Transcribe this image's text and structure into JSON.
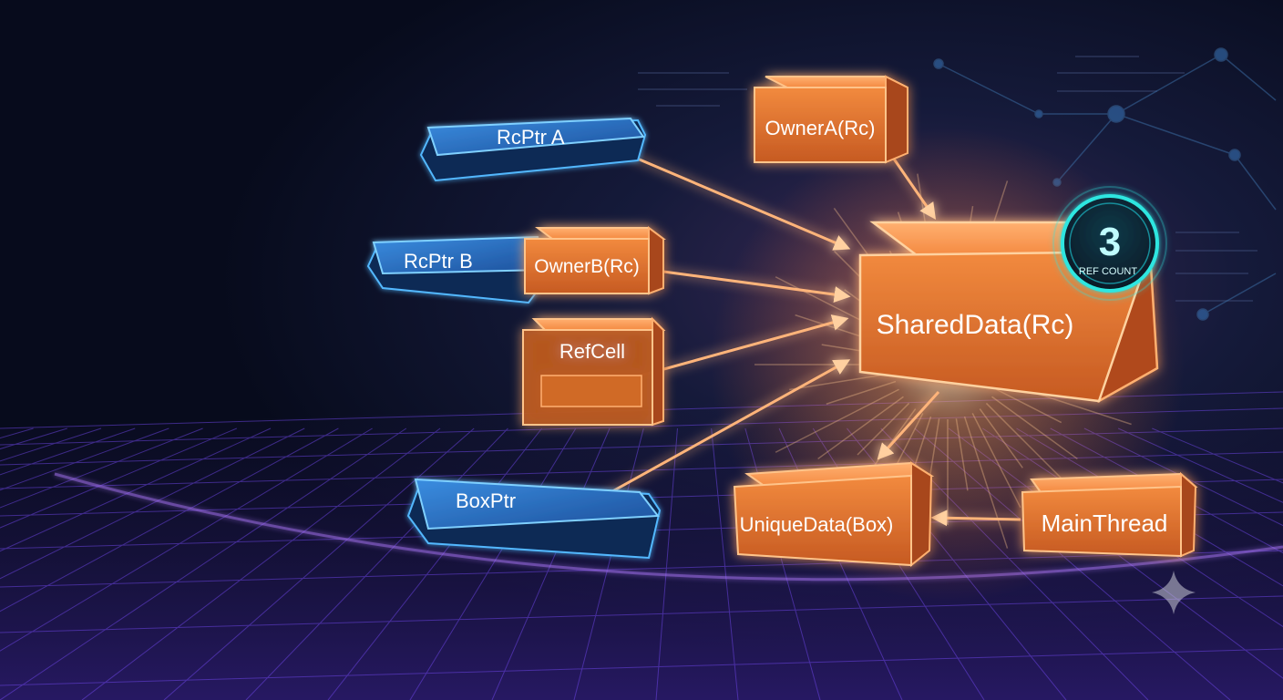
{
  "nodes": {
    "rcptr_a": "RcPtr A",
    "rcptr_b": "RcPtr B",
    "boxptr": "BoxPtr",
    "owner_a": "OwnerA(Rc)",
    "owner_b": "OwnerB(Rc)",
    "refcell": "RefCell",
    "shared": "SharedData(Rc)",
    "unique": "UniqueData(Box)",
    "main": "MainThread"
  },
  "ref_badge": {
    "count": "3",
    "label": "REF COUNT"
  },
  "colors": {
    "background": "#070b1c",
    "orange_glow": "#ff8a3d",
    "blue_glow": "#3aa8ff",
    "badge_ring": "#2ee6e0",
    "grid": "#7a4dff"
  }
}
